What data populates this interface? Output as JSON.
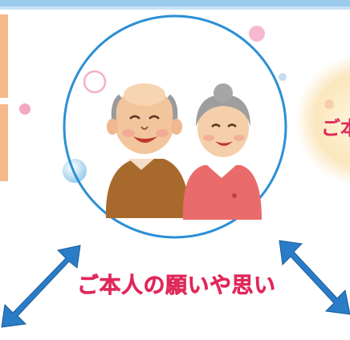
{
  "caption": "ご本人の願いや思い",
  "side_label": "ご本",
  "colors": {
    "accent_pink": "#e0285a",
    "circle_stroke": "#2b8fd6",
    "arrow_blue": "#2a7cc7",
    "top_band": "#8ec5e8",
    "left_panel": "#f6b98a",
    "right_glow": "#fbe4b6"
  },
  "icons": {
    "left_arrow": "double-headed-arrow-icon",
    "right_arrow": "double-headed-arrow-icon",
    "couple": "elderly-couple-illustration"
  }
}
